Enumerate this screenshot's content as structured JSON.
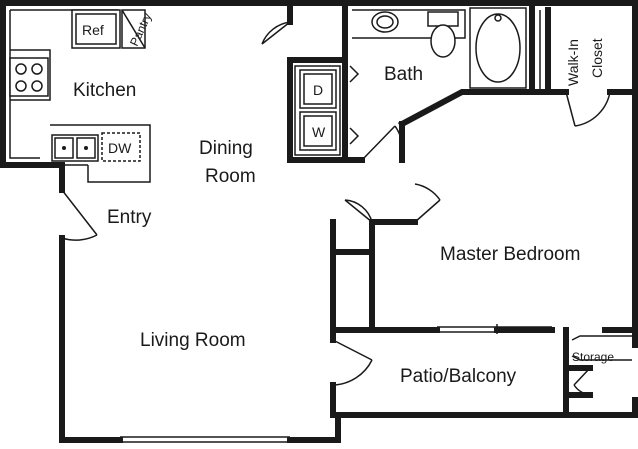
{
  "rooms": {
    "kitchen": "Kitchen",
    "dining_line1": "Dining",
    "dining_line2": "Room",
    "entry": "Entry",
    "living": "Living Room",
    "bath": "Bath",
    "walkin_line1": "Walk-In",
    "walkin_line2": "Closet",
    "master": "Master Bedroom",
    "patio": "Patio/Balcony",
    "storage": "Storage"
  },
  "fixtures": {
    "refrigerator": "Ref",
    "pantry": "Pantry",
    "dishwasher": "DW",
    "dryer": "D",
    "washer": "W"
  },
  "colors": {
    "line": "#1a1a1a",
    "background": "#ffffff"
  }
}
